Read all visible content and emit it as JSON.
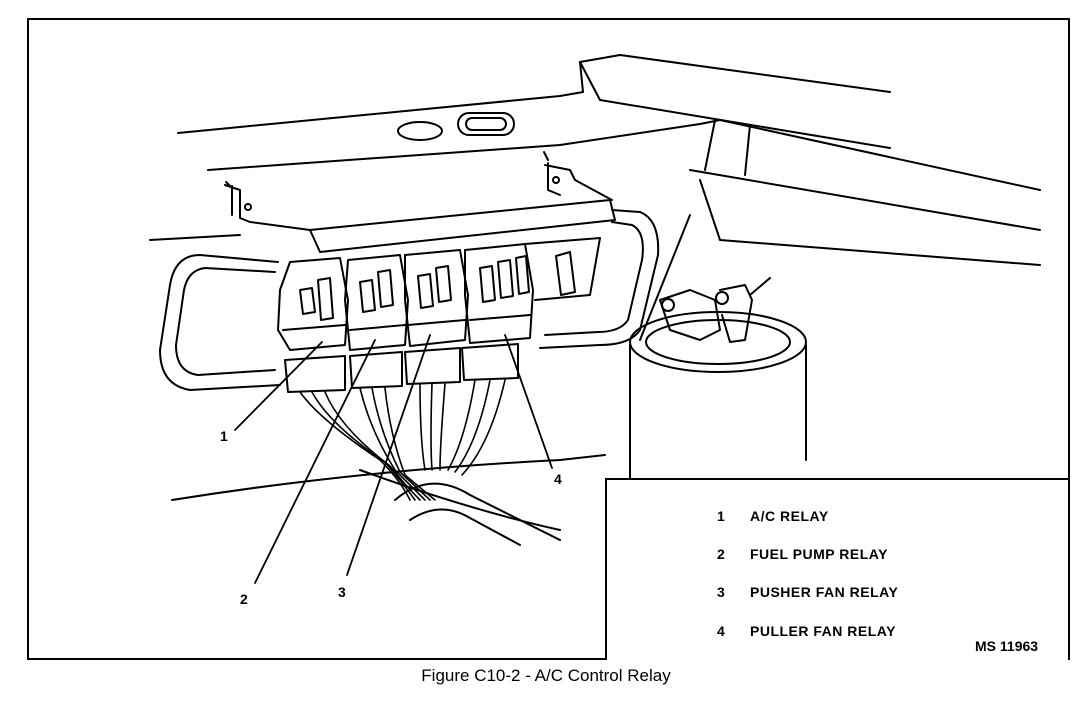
{
  "callouts": [
    "1",
    "2",
    "3",
    "4"
  ],
  "legend": [
    {
      "number": "1",
      "label": "A/C RELAY"
    },
    {
      "number": "2",
      "label": "FUEL PUMP RELAY"
    },
    {
      "number": "3",
      "label": "PUSHER FAN RELAY"
    },
    {
      "number": "4",
      "label": "PULLER FAN RELAY"
    }
  ],
  "drawing_id": "MS 11963",
  "caption": "Figure C10-2 -  A/C Control Relay"
}
